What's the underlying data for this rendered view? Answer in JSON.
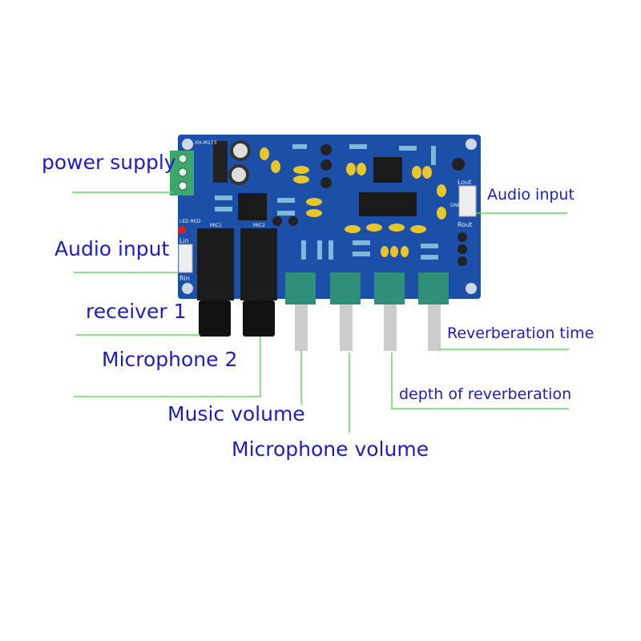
{
  "labels": {
    "power_supply": "power supply",
    "audio_input_left": "Audio input",
    "receiver_1": "receiver 1",
    "microphone_2": "Microphone 2",
    "music_volume": "Music volume",
    "microphone_volume": "Microphone volume",
    "audio_input_right": "Audio input",
    "reverberation_time": "Reverberation time",
    "depth_of_reverberation": "depth of reverberation"
  },
  "board_silkscreen": {
    "model": "XH-M173",
    "led": "LED RED",
    "mic1": "MIC1",
    "mic2": "MIC2",
    "lin": "Lin",
    "rin": "Rin",
    "lout": "Lout",
    "gnd": "GND",
    "rout": "Rout"
  },
  "colors": {
    "label_text": "#1c1cc8",
    "leader_line": "#66d866",
    "pcb": "#1b4fa8",
    "terminal": "#3aa86a",
    "pot": "#2f8f78"
  }
}
